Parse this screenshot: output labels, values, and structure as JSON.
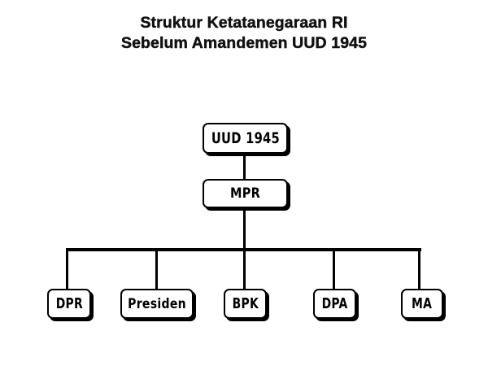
{
  "slide": {
    "background_color": "#ffffff",
    "line_color": "#000000",
    "box_fill_color": "#ffffff",
    "text_color": "#000000"
  },
  "title": {
    "line1": "Struktur Ketatanegaraan RI",
    "line2": "Sebelum Amandemen UUD 1945"
  },
  "diagram": {
    "type": "organizational-hierarchy",
    "root": {
      "id": "uud-1945",
      "label": "UUD 1945"
    },
    "level2": {
      "id": "mpr",
      "label": "MPR"
    },
    "level3": [
      {
        "id": "dpr",
        "label": "DPR"
      },
      {
        "id": "presiden",
        "label": "Presiden"
      },
      {
        "id": "bpk",
        "label": "BPK"
      },
      {
        "id": "dpa",
        "label": "DPA"
      },
      {
        "id": "ma",
        "label": "MA"
      }
    ],
    "connectors": [
      {
        "id": "uud-to-mpr",
        "from": "uud-1945",
        "to": "mpr",
        "orientation": "vertical"
      },
      {
        "id": "mpr-stem",
        "from": "mpr",
        "to": "distribution-bar",
        "orientation": "vertical"
      },
      {
        "id": "distribution-bar",
        "from": "mpr-stem",
        "to": "level3",
        "orientation": "horizontal"
      },
      {
        "id": "bar-to-dpr",
        "from": "distribution-bar",
        "to": "dpr",
        "orientation": "vertical"
      },
      {
        "id": "bar-to-presiden",
        "from": "distribution-bar",
        "to": "presiden",
        "orientation": "vertical"
      },
      {
        "id": "bar-to-bpk",
        "from": "distribution-bar",
        "to": "bpk",
        "orientation": "vertical"
      },
      {
        "id": "bar-to-dpa",
        "from": "distribution-bar",
        "to": "dpa",
        "orientation": "vertical"
      },
      {
        "id": "bar-to-ma",
        "from": "distribution-bar",
        "to": "ma",
        "orientation": "vertical"
      }
    ]
  }
}
